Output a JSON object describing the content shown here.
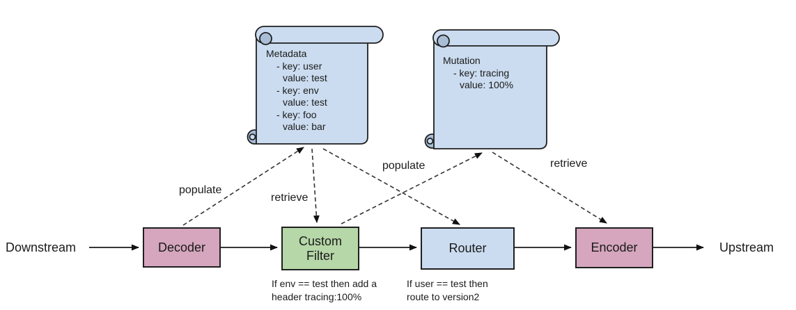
{
  "flow": {
    "source_label": "Downstream",
    "sink_label": "Upstream",
    "nodes": [
      {
        "label": "Decoder"
      },
      {
        "label": "Custom\nFilter",
        "caption": "If env == test then add a\nheader tracing:100%"
      },
      {
        "label": "Router",
        "caption": "If user == test then\nroute to version2"
      },
      {
        "label": "Encoder"
      }
    ]
  },
  "scrolls": [
    {
      "title": "Metadata",
      "lines": [
        "- key: user",
        "value: test",
        "- key: env",
        "value: test",
        "- key: foo",
        "value: bar"
      ]
    },
    {
      "title": "Mutation",
      "lines": [
        "- key: tracing",
        "value: 100%"
      ]
    }
  ],
  "edge_labels": {
    "decoder_to_metadata": "populate",
    "metadata_to_filter": "retrieve",
    "filter_to_mutation": "populate",
    "mutation_to_encoder": "retrieve"
  },
  "colors": {
    "node_pink": "#d5a6bd",
    "node_green": "#b6d7a8",
    "node_blue": "#cbdcf0",
    "scroll_fill": "#cbdcf0",
    "scroll_curl": "#a9bdd6",
    "line": "#1f1f1f"
  }
}
